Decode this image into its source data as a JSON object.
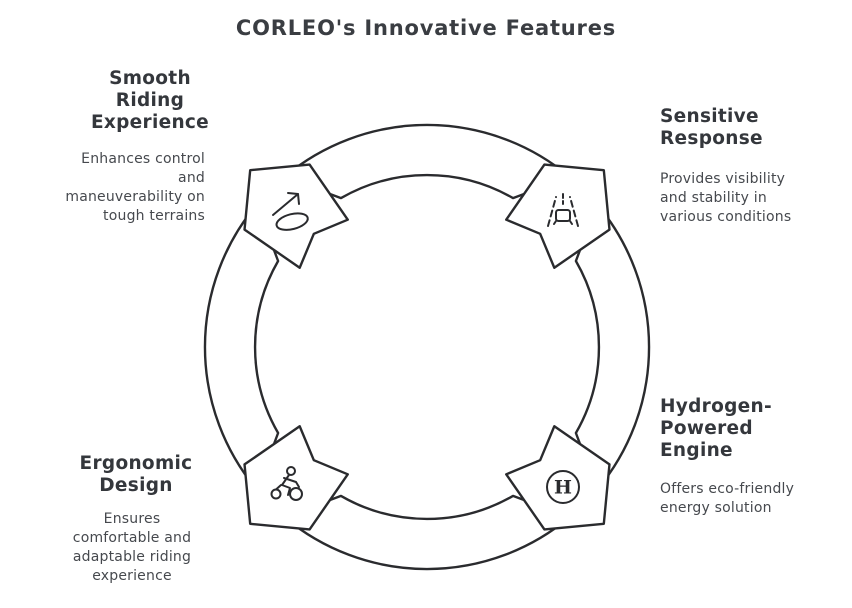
{
  "title": "CORLEO's Innovative Features",
  "diagram_type": "circular-cycle-4-segments",
  "colors": {
    "ink": "#2a2b2e",
    "heading_text": "#34373c",
    "body_text": "#46494e",
    "background": "#ffffff"
  },
  "features": {
    "smooth": {
      "heading": "Smooth\nRiding\nExperience",
      "description": "Enhances control\nand\nmaneuverability on\ntough terrains",
      "icon": "terrain-arrow-icon",
      "position": "top-left"
    },
    "sensitive": {
      "heading": "Sensitive\nResponse",
      "description": "Provides visibility\nand stability in\nvarious conditions",
      "icon": "lane-stability-icon",
      "position": "top-right"
    },
    "hydrogen": {
      "heading": "Hydrogen-\nPowered\nEngine",
      "description": "Offers eco-friendly\nenergy solution",
      "icon": "hydrogen-circle-icon",
      "position": "bottom-right"
    },
    "ergonomic": {
      "heading": "Ergonomic\nDesign",
      "description": "Ensures\ncomfortable and\nadaptable riding\nexperience",
      "icon": "rider-icon",
      "position": "bottom-left"
    }
  },
  "icons": {
    "hydrogen_letter": "H"
  }
}
